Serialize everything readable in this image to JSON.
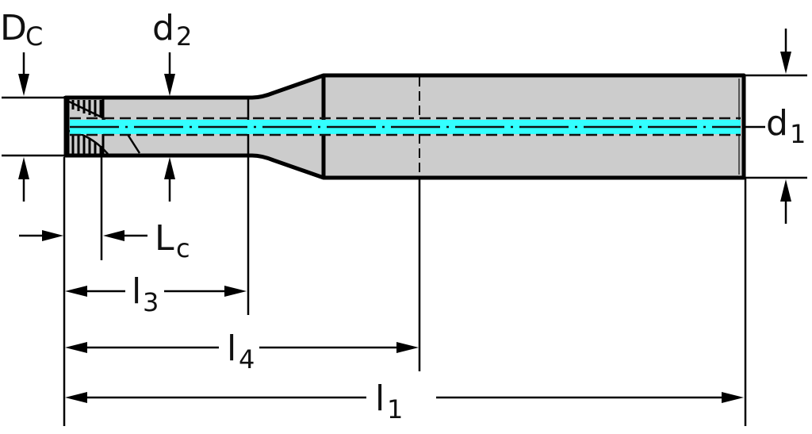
{
  "title": "Tool dimension drawing",
  "colors": {
    "body": "#cccccc",
    "outline": "#000000",
    "coolant": "#33ffff",
    "background": "#ffffff"
  },
  "labels": {
    "Dc": {
      "main": "D",
      "sub": "C"
    },
    "d2": {
      "main": "d",
      "sub": "2"
    },
    "d1": {
      "main": "d",
      "sub": "1"
    },
    "Lc": {
      "main": "L",
      "sub": "c"
    },
    "l3": {
      "main": "l",
      "sub": "3"
    },
    "l4": {
      "main": "l",
      "sub": "4"
    },
    "l1": {
      "main": "l",
      "sub": "1"
    }
  }
}
